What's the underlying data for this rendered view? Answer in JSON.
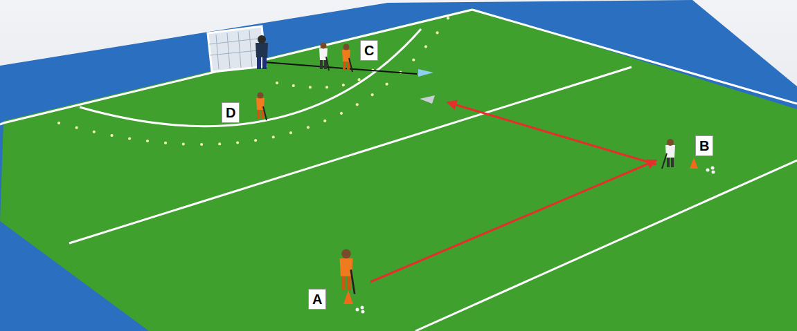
{
  "diagram": {
    "nodes": [
      {
        "text": [
          "C"
        ]
      },
      {
        "text": [
          "D"
        ]
      },
      {
        "text": [
          "B"
        ]
      },
      {
        "text": [
          "A"
        ]
      }
    ],
    "edges": [
      {
        "from": 3,
        "to": 2,
        "arrow": "to"
      }
    ]
  }
}
